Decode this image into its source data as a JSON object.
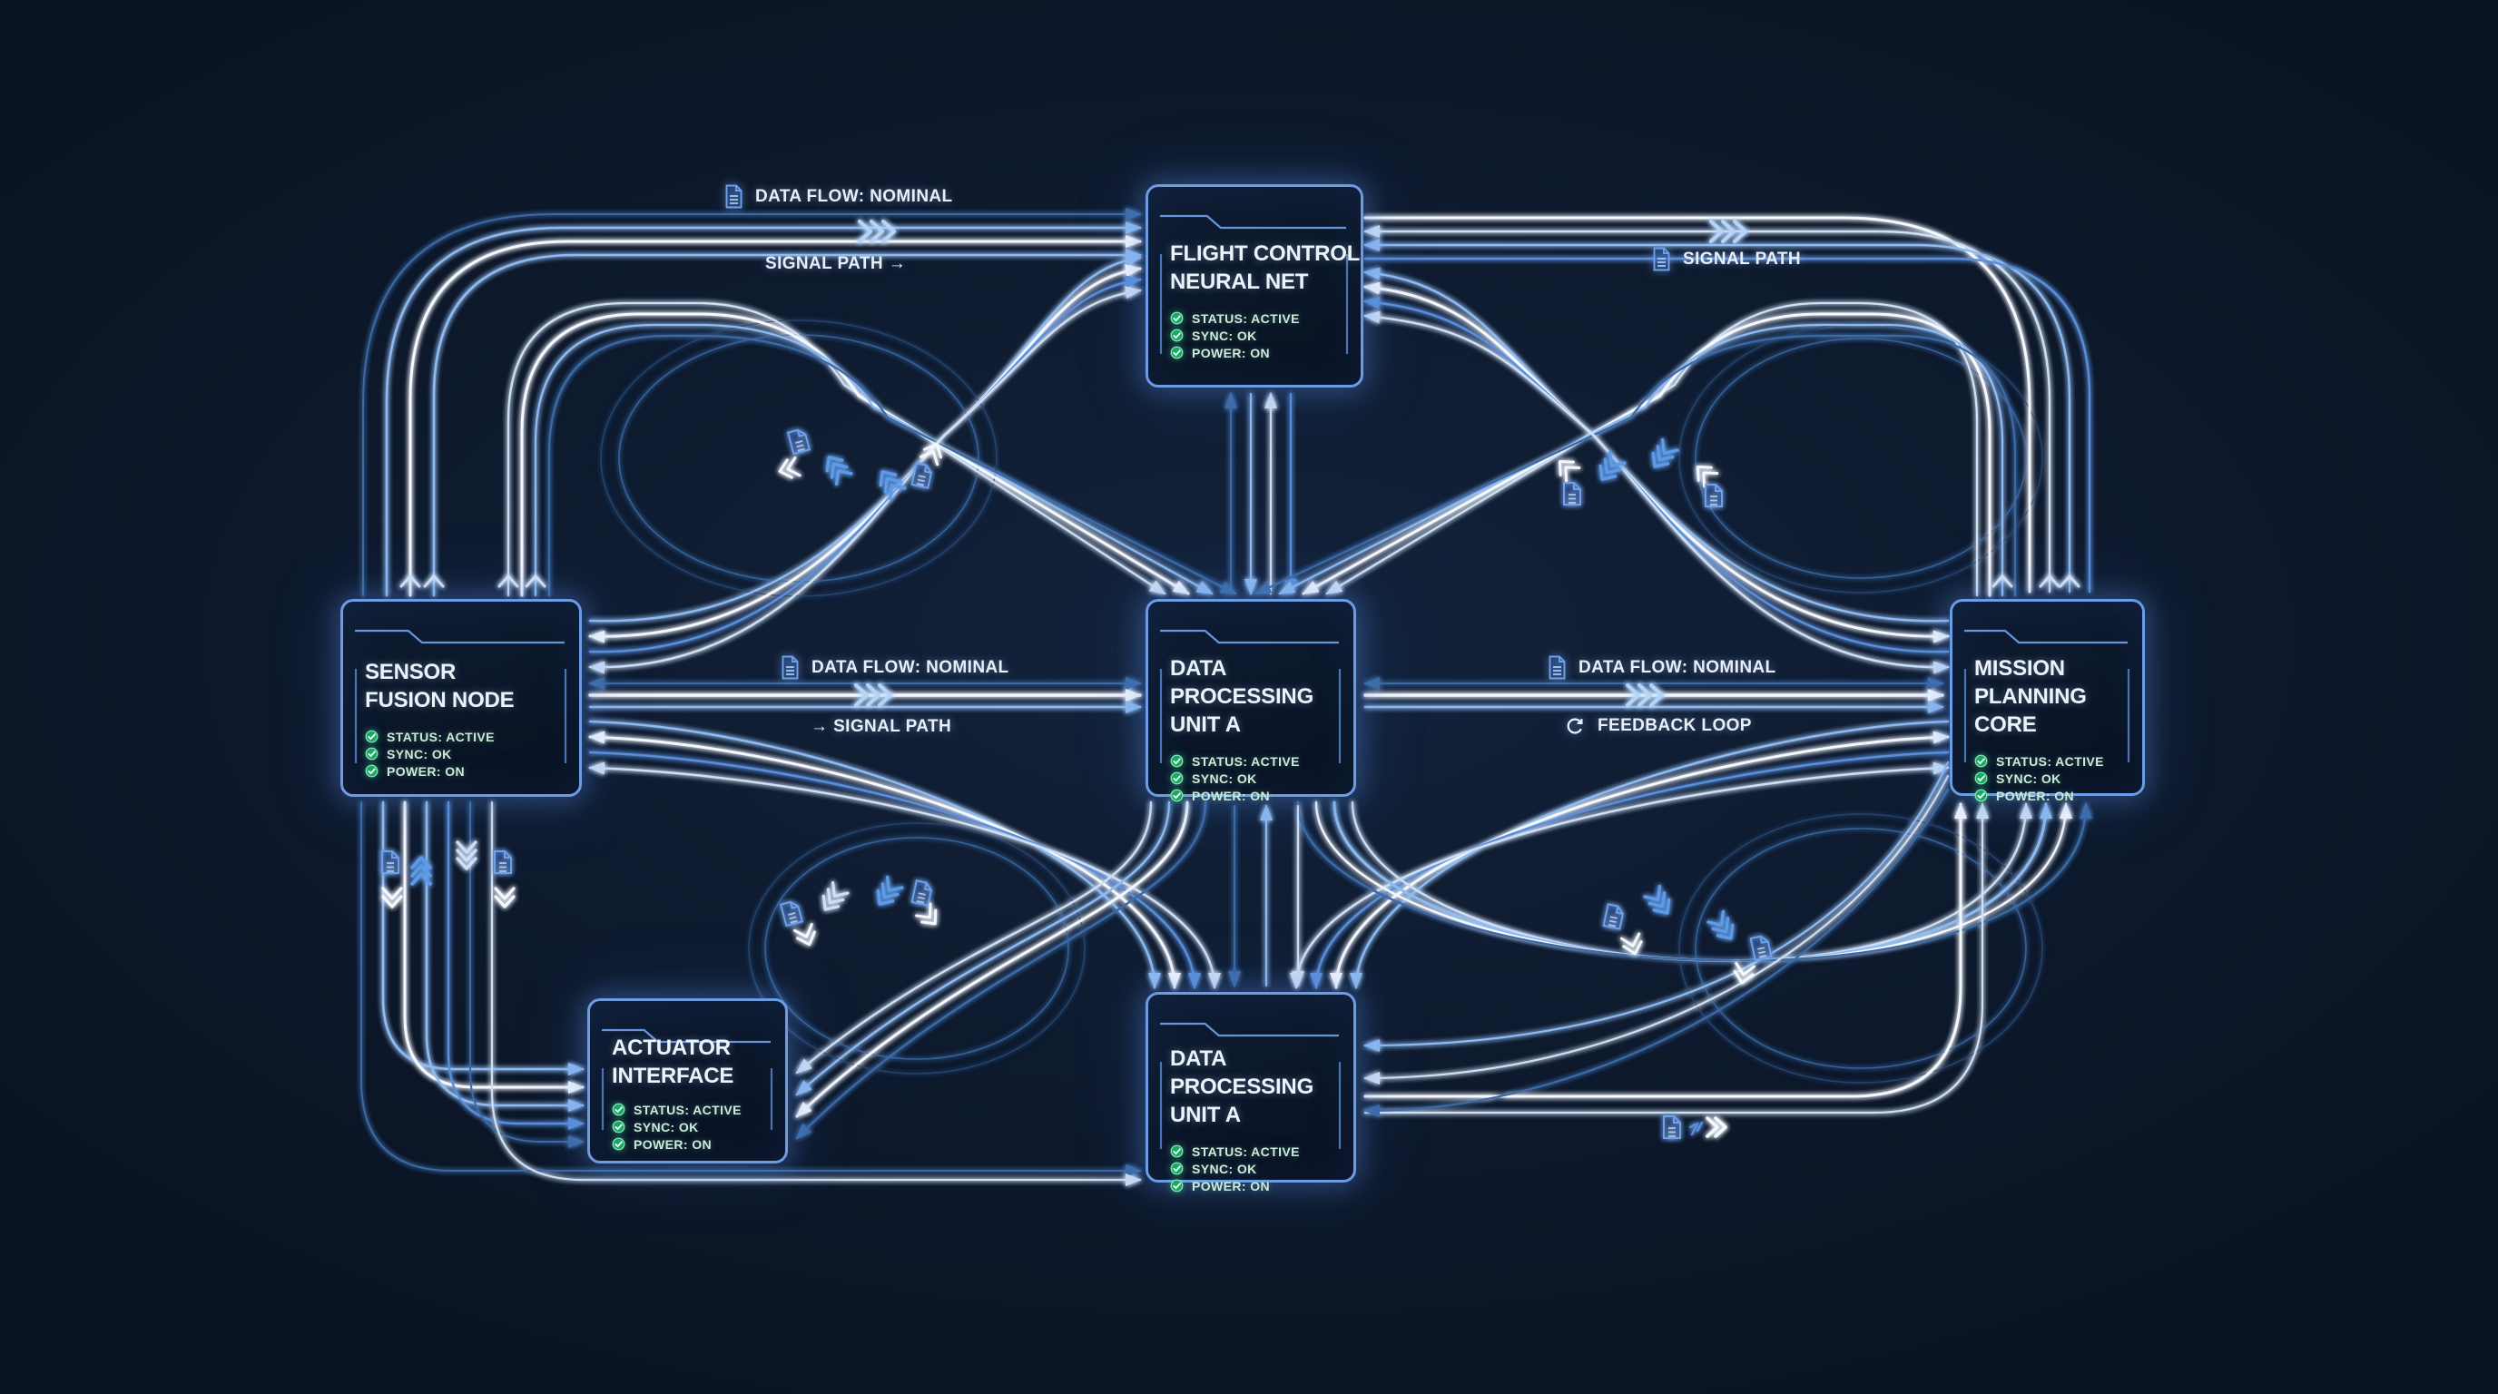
{
  "diagram": {
    "title": "avionics system flow diagram",
    "colors": {
      "background": "#0c1624",
      "node_border": "#6d9ce4",
      "line_bright": "#f4f8ff",
      "line_light_blue": "#8fbbf0",
      "line_mid_blue": "#5b8fd9",
      "line_steel": "#3c6aa4",
      "status_green": "#2fbf77",
      "label_text": "#e9eff8"
    }
  },
  "nodes": [
    {
      "id": "flight-control-neural-net",
      "title_lines": [
        "FLIGHT CONTROL",
        "NEURAL NET"
      ],
      "status": [
        {
          "icon": "check-circle-icon",
          "label": "STATUS: ACTIVE"
        },
        {
          "icon": "check-circle-icon",
          "label": "SYNC: OK"
        },
        {
          "icon": "check-circle-icon",
          "label": "POWER: ON"
        }
      ]
    },
    {
      "id": "sensor-fusion-node",
      "title_lines": [
        "SENSOR",
        "FUSION NODE"
      ],
      "status": [
        {
          "icon": "check-circle-icon",
          "label": "STATUS: ACTIVE"
        },
        {
          "icon": "check-circle-icon",
          "label": "SYNC: OK"
        },
        {
          "icon": "check-circle-icon",
          "label": "POWER: ON"
        }
      ]
    },
    {
      "id": "data-processing-unit-a-center",
      "title_lines": [
        "DATA PROCESSING",
        "UNIT A"
      ],
      "status": [
        {
          "icon": "check-circle-icon",
          "label": "STATUS: ACTIVE"
        },
        {
          "icon": "check-circle-icon",
          "label": "SYNC: OK"
        },
        {
          "icon": "check-circle-icon",
          "label": "POWER: ON"
        }
      ]
    },
    {
      "id": "mission-planning-core",
      "title_lines": [
        "MISSION PLANNING",
        "CORE"
      ],
      "status": [
        {
          "icon": "check-circle-icon",
          "label": "STATUS: ACTIVE"
        },
        {
          "icon": "check-circle-icon",
          "label": "SYNC: OK"
        },
        {
          "icon": "check-circle-icon",
          "label": "POWER: ON"
        }
      ]
    },
    {
      "id": "data-processing-unit-a-bottom",
      "title_lines": [
        "DATA PROCESSING",
        "UNIT A"
      ],
      "status": [
        {
          "icon": "check-circle-icon",
          "label": "STATUS: ACTIVE"
        },
        {
          "icon": "check-circle-icon",
          "label": "SYNC: OK"
        },
        {
          "icon": "check-circle-icon",
          "label": "POWER: ON"
        }
      ]
    },
    {
      "id": "actuator-interface",
      "title_lines": [
        "ACTUATOR",
        "INTERFACE"
      ],
      "status": [
        {
          "icon": "check-circle-icon",
          "label": "STATUS: ACTIVE"
        },
        {
          "icon": "check-circle-icon",
          "label": "SYNC: OK"
        },
        {
          "icon": "check-circle-icon",
          "label": "POWER: ON"
        }
      ]
    }
  ],
  "flow_labels": [
    {
      "id": "top-left-data-flow",
      "icon": "document-icon",
      "text": "DATA FLOW: NOMINAL"
    },
    {
      "id": "top-left-signal-path",
      "icon": null,
      "text": "SIGNAL PATH →"
    },
    {
      "id": "top-right-signal-path",
      "icon": "document-icon",
      "text": "SIGNAL PATH"
    },
    {
      "id": "center-left-data-flow",
      "icon": "document-icon",
      "text": "DATA FLOW: NOMINAL"
    },
    {
      "id": "center-left-signal-path",
      "icon": null,
      "text": "→ SIGNAL PATH"
    },
    {
      "id": "center-right-data-flow",
      "icon": "document-icon",
      "text": "DATA FLOW: NOMINAL"
    },
    {
      "id": "center-right-feedback-loop",
      "icon": "loop-icon",
      "text": "FEEDBACK LOOP"
    }
  ],
  "decor_icons": [
    "document-icon",
    "chevron-double-icon",
    "chevron-triple-icon",
    "speed-chevrons-icon",
    "signal-icon",
    "check-circle-icon",
    "loop-icon"
  ]
}
